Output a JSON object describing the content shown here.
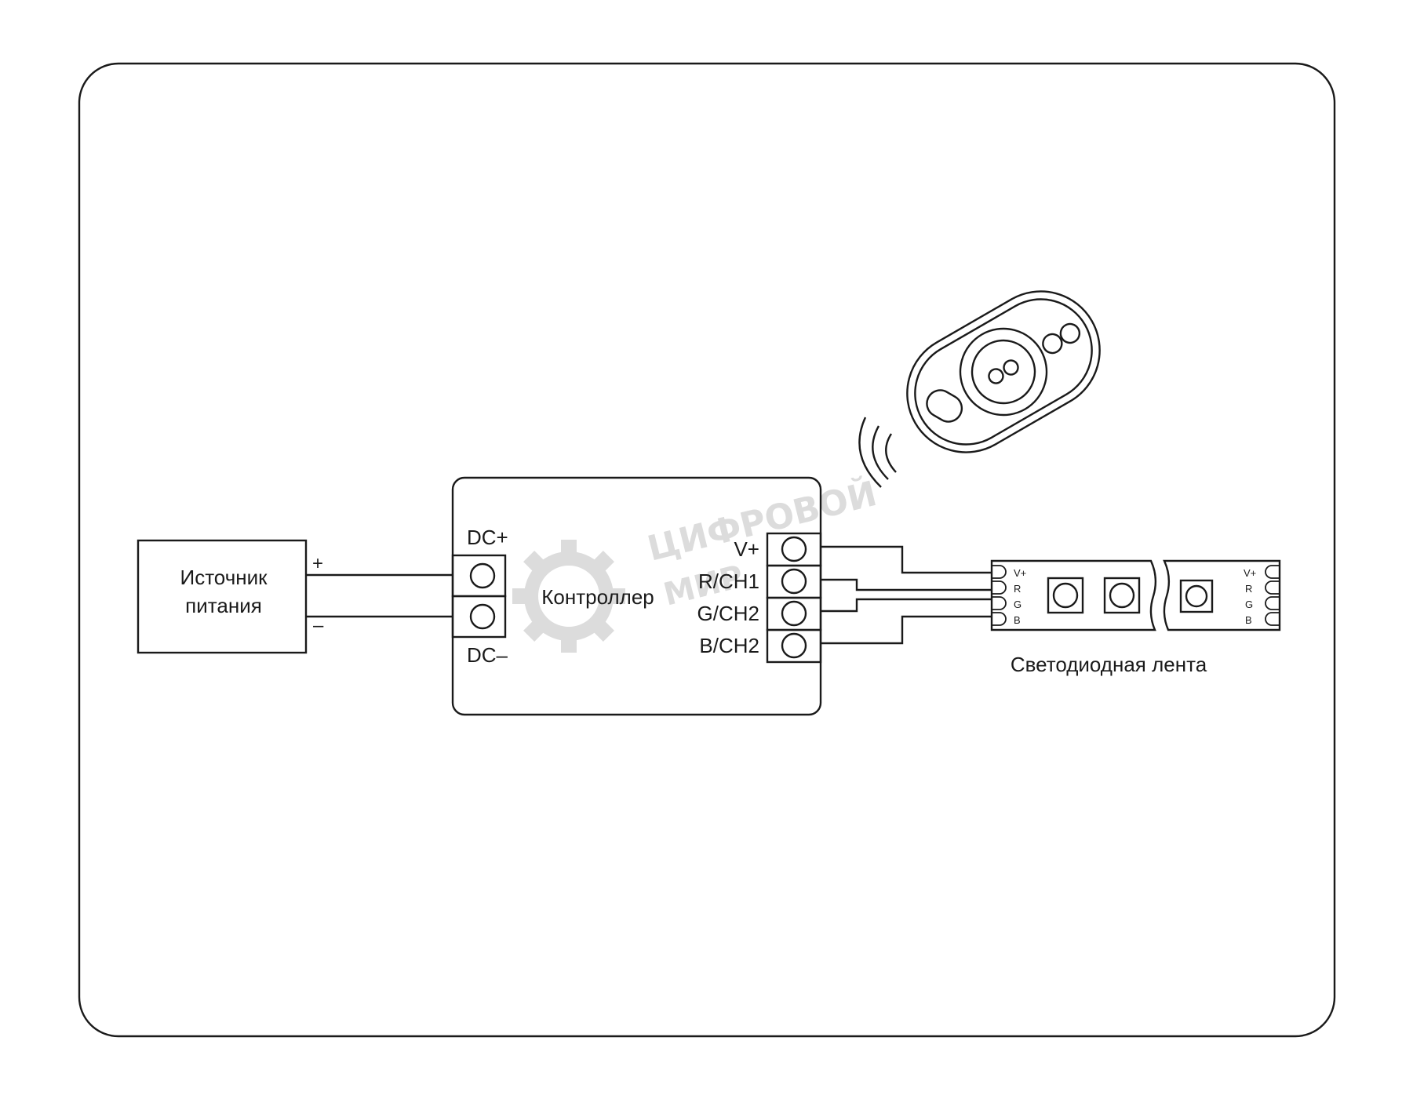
{
  "diagram": {
    "power_supply": {
      "line1": "Источник",
      "line2": "питания",
      "plus": "+",
      "minus": "–"
    },
    "controller": {
      "label": "Контроллер",
      "dc_plus": "DC+",
      "dc_minus": "DC–"
    },
    "outputs": [
      "V+",
      "R/CH1",
      "G/CH2",
      "B/CH2"
    ],
    "strip": {
      "label": "Светодиодная лента",
      "pins": [
        "V+",
        "R",
        "G",
        "B"
      ]
    }
  },
  "watermark": {
    "line1": "ЦИФРОВОЙ",
    "line2": "МИР"
  },
  "colors": {
    "stroke": "#1a1a1a",
    "background": "#ffffff",
    "watermark": "#d9d9d9"
  }
}
